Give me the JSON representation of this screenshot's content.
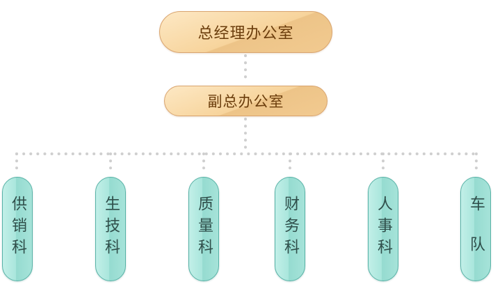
{
  "top": {
    "label": "总经理办公室"
  },
  "vice": {
    "label": "副总办公室"
  },
  "departments": [
    {
      "label": "供销科"
    },
    {
      "label": "生技科"
    },
    {
      "label": "质量科"
    },
    {
      "label": "财务科"
    },
    {
      "label": "人事科"
    },
    {
      "label": "车队"
    }
  ],
  "colors": {
    "top_fill": "#f7d49c",
    "top_border": "#d9a46e",
    "dept_fill": "#a9e6dc",
    "dept_border": "#57b2a6",
    "connector": "#cccccc"
  }
}
